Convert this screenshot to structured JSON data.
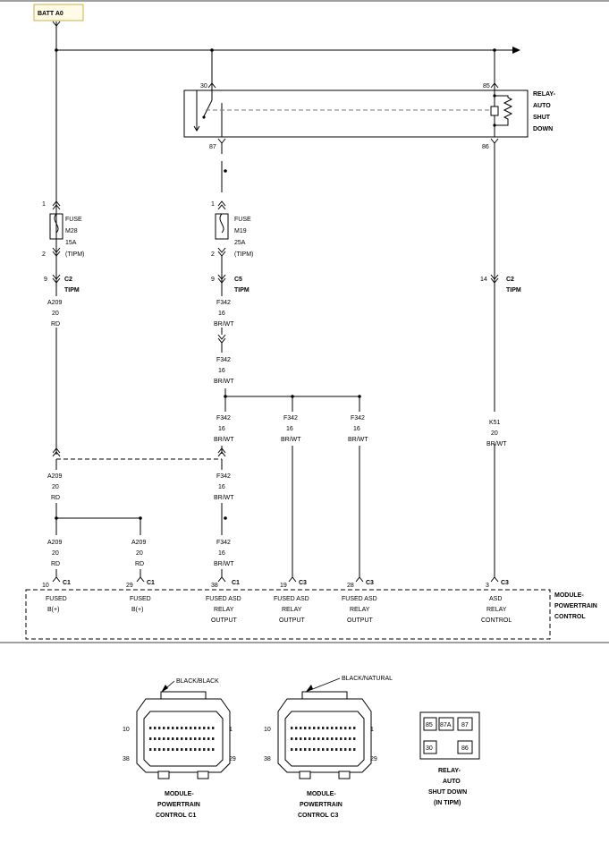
{
  "source": {
    "label": "BATT A0"
  },
  "relay": {
    "pins": {
      "p30": "30",
      "p85": "85",
      "p87": "87",
      "p86": "86"
    },
    "name": [
      "RELAY-",
      "AUTO",
      "SHUT",
      "DOWN"
    ]
  },
  "fuses": {
    "m28": {
      "pin_in": "1",
      "pin_out": "2",
      "lines": [
        "FUSE",
        "M28",
        "15A",
        "(TIPM)"
      ]
    },
    "m19": {
      "pin_in": "1",
      "pin_out": "2",
      "lines": [
        "FUSE",
        "M19",
        "25A",
        "(TIPM)"
      ]
    }
  },
  "tipm_connectors": {
    "c2_left": {
      "pin": "9",
      "lines": [
        "C2",
        "TIPM"
      ]
    },
    "c5": {
      "pin": "9",
      "lines": [
        "C5",
        "TIPM"
      ]
    },
    "c2_right": {
      "pin": "14",
      "lines": [
        "C2",
        "TIPM"
      ]
    }
  },
  "wires": {
    "a209_top": [
      "A209",
      "20",
      "RD"
    ],
    "f342_a": [
      "F342",
      "16",
      "BR/WT"
    ],
    "f342_b": [
      "F342",
      "16",
      "BR/WT"
    ],
    "f342_c1": [
      "F342",
      "16",
      "BR/WT"
    ],
    "f342_c2": [
      "F342",
      "16",
      "BR/WT"
    ],
    "f342_c3": [
      "F342",
      "16",
      "BR/WT"
    ],
    "k51": [
      "K51",
      "20",
      "BR/WT"
    ],
    "a209_mid": [
      "A209",
      "20",
      "RD"
    ],
    "f342_mid": [
      "F342",
      "16",
      "BR/WT"
    ],
    "a209_bot1": [
      "A209",
      "20",
      "RD"
    ],
    "a209_bot2": [
      "A209",
      "20",
      "RD"
    ],
    "f342_bot": [
      "F342",
      "16",
      "BR/WT"
    ]
  },
  "pcm_pins": [
    {
      "pin": "10",
      "conn": "C1",
      "func": [
        "FUSED",
        "B(+)"
      ]
    },
    {
      "pin": "29",
      "conn": "C1",
      "func": [
        "FUSED",
        "B(+)"
      ]
    },
    {
      "pin": "38",
      "conn": "C1",
      "func": [
        "FUSED ASD",
        "RELAY",
        "OUTPUT"
      ]
    },
    {
      "pin": "19",
      "conn": "C3",
      "func": [
        "FUSED ASD",
        "RELAY",
        "OUTPUT"
      ]
    },
    {
      "pin": "28",
      "conn": "C3",
      "func": [
        "FUSED ASD",
        "RELAY",
        "OUTPUT"
      ]
    },
    {
      "pin": "3",
      "conn": "C3",
      "func": [
        "ASD",
        "RELAY",
        "CONTROL"
      ]
    }
  ],
  "module_name": [
    "MODULE-",
    "POWERTRAIN",
    "CONTROL"
  ],
  "connector_views": {
    "c1": {
      "color": "BLACK/BLACK",
      "pins": {
        "tl": "10",
        "tr": "1",
        "bl": "38",
        "br": "29"
      },
      "caption": [
        "MODULE-",
        "POWERTRAIN",
        "CONTROL C1"
      ]
    },
    "c3": {
      "color": "BLACK/NATURAL",
      "pins": {
        "tl": "10",
        "tr": "1",
        "bl": "38",
        "br": "29"
      },
      "caption": [
        "MODULE-",
        "POWERTRAIN",
        "CONTROL C3"
      ]
    }
  },
  "relay_view": {
    "terminals": [
      "85",
      "87A",
      "87",
      "30",
      "86"
    ],
    "caption": [
      "RELAY-",
      "AUTO",
      "SHUT DOWN",
      "(IN TIPM)"
    ]
  }
}
